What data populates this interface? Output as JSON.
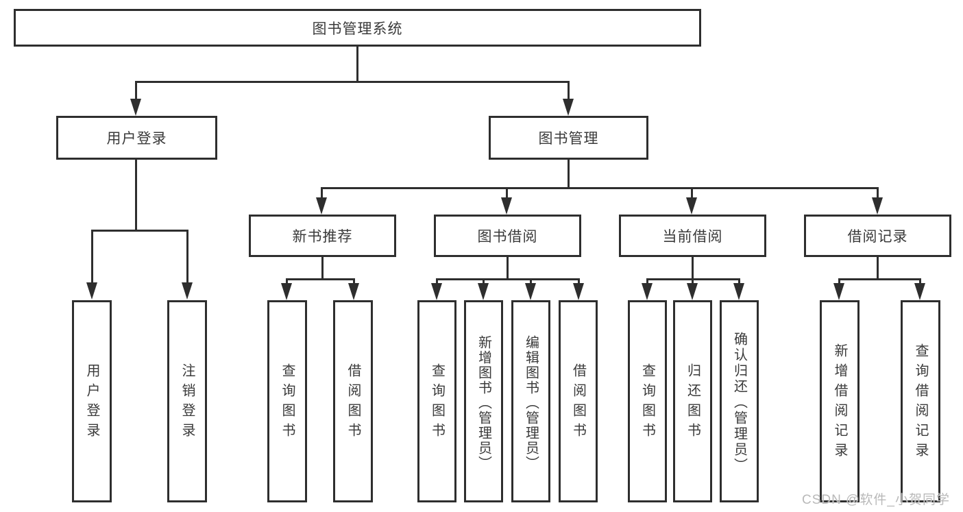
{
  "diagram": {
    "title": "图书管理系统",
    "colors": {
      "line": "#2e2e2e",
      "text": "#3a3a3a",
      "background": "#ffffff",
      "watermark": "#b9b9b9"
    },
    "root": {
      "label": "图书管理系统"
    },
    "level2": [
      {
        "label": "用户登录"
      },
      {
        "label": "图书管理"
      }
    ],
    "level3": [
      {
        "label": "新书推荐"
      },
      {
        "label": "图书借阅"
      },
      {
        "label": "当前借阅"
      },
      {
        "label": "借阅记录"
      }
    ],
    "leaves": {
      "user_login": [
        "用户登录",
        "注销登录"
      ],
      "new_books": [
        "查询图书",
        "借阅图书"
      ],
      "book_borrow": [
        "查询图书",
        "新增图书（管理员）",
        "编辑图书（管理员）",
        "借阅图书"
      ],
      "current_borrow": [
        "查询图书",
        "归还图书",
        "确认归还（管理员）"
      ],
      "borrow_records": [
        "新增借阅记录",
        "查询借阅记录"
      ]
    },
    "watermark": "CSDN @软件_小贺同学"
  }
}
